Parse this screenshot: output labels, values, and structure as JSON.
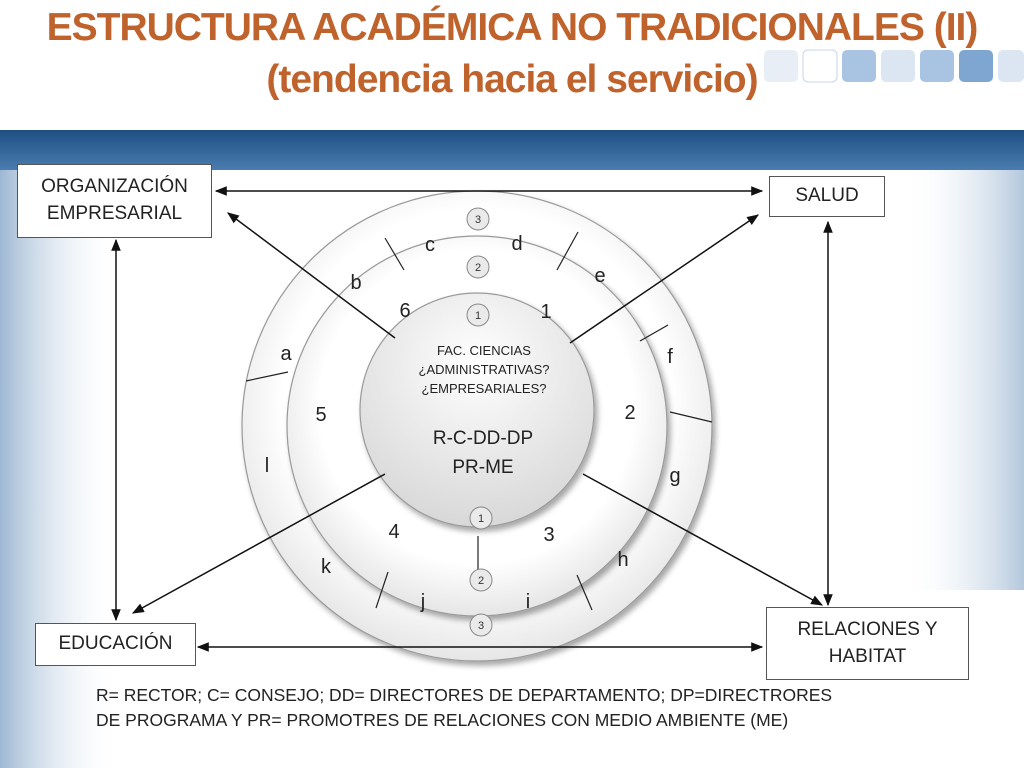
{
  "title": {
    "line1": "ESTRUCTURA ACADÉMICA NO TRADICIONALES (II)",
    "line2": "(tendencia hacia el servicio)"
  },
  "boxes": {
    "org": "ORGANIZACIÓN EMPRESARIAL",
    "salud": "SALUD",
    "educacion": "EDUCACIÓN",
    "relaciones": "RELACIONES Y HABITAT"
  },
  "center": {
    "faculty": [
      "FAC. CIENCIAS",
      "¿ADMINISTRATIVAS?",
      "¿EMPRESARIALES?"
    ],
    "roles": [
      "R-C-DD-DP",
      "PR-ME"
    ]
  },
  "inner_ring_labels": [
    "1",
    "2",
    "3",
    "4",
    "5",
    "6"
  ],
  "outer_ring_labels": [
    "a",
    "b",
    "c",
    "d",
    "e",
    "f",
    "g",
    "h",
    "i",
    "j",
    "k",
    "l"
  ],
  "top_markers": [
    "1",
    "2",
    "3"
  ],
  "bottom_markers": [
    "1",
    "2",
    "3"
  ],
  "legend": [
    "R= RECTOR; C= CONSEJO; DD= DIRECTORES DE DEPARTAMENTO; DP=DIRECTRORES",
    "DE PROGRAMA Y PR= PROMOTRES DE RELACIONES CON MEDIO AMBIENTE (ME)"
  ],
  "colors": {
    "title": "#c0622b",
    "band": "#2d5f8f",
    "tile": "#a8c4e2"
  }
}
